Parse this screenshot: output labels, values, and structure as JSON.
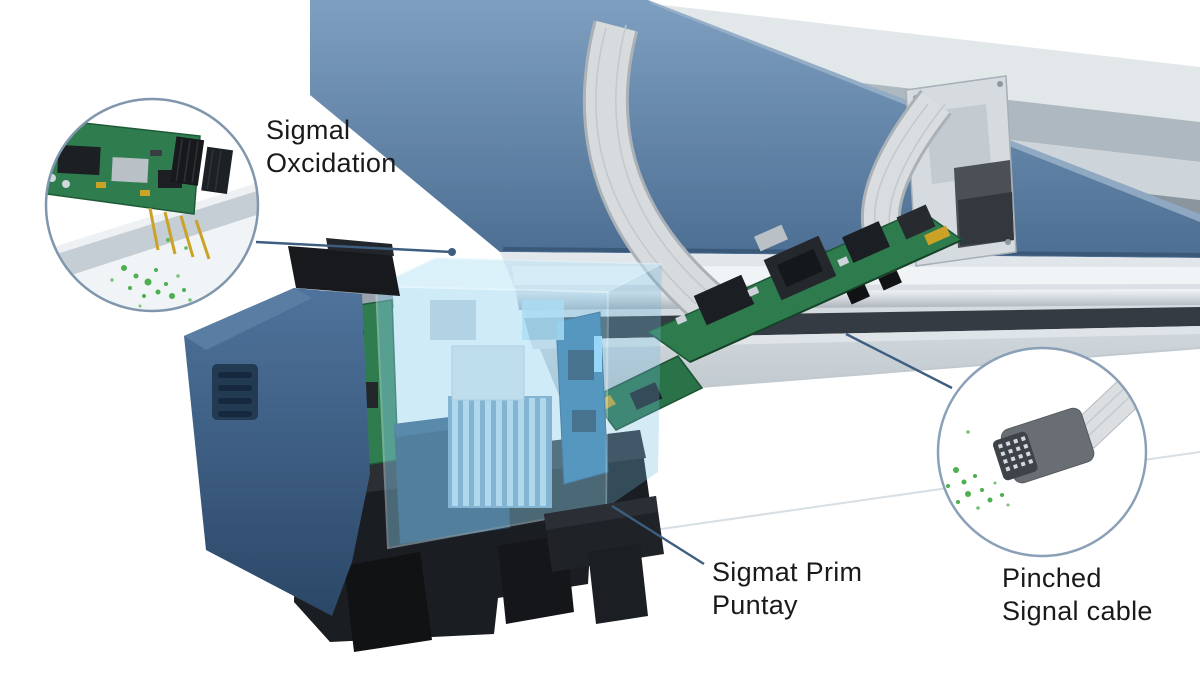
{
  "scene": {
    "background": "#ffffff",
    "description": "Cutaway illustration of a large-format printer carriage showing failing signal electronics with two magnified callout insets",
    "colors": {
      "leader": "#3e5e80",
      "labelText": "#1a1a1a",
      "beamBlue": "#5e82a6",
      "capNavy": "#3b5a7e",
      "pcbGreen": "#2e7b4d",
      "corrosion": "#4caf50",
      "cyanGlass": "#8fd0ef",
      "metal": "#cdd5da",
      "chassisBlack": "#1a1d21",
      "ribbonGray": "#d8dbde",
      "goldPins": "#c9a227"
    }
  },
  "annotations": {
    "signal_oxidation": {
      "line1": "Sigmal",
      "line2": "Oxcidation"
    },
    "print_assembly": {
      "line1": "Sigmat Prim",
      "line2": "Puntay"
    },
    "pinched_cable": {
      "line1": "Pinched",
      "line2": "Signal cable"
    }
  }
}
